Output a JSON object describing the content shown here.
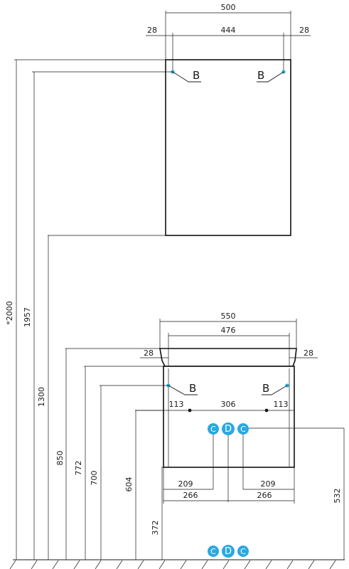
{
  "cabinet": {
    "width_overall": "500",
    "width_inner": "444",
    "side_left": "28",
    "side_right": "28",
    "fixture_label_left": "B",
    "fixture_label_right": "B"
  },
  "vanity": {
    "width_overall": "550",
    "width_inner": "476",
    "side_left": "28",
    "side_right": "28",
    "fixture_label_left": "B",
    "fixture_label_right": "B",
    "mount_left": "113",
    "mount_center": "306",
    "mount_right": "113",
    "pipe_left_1": "209",
    "pipe_left_2": "266",
    "pipe_right_1": "209",
    "pipe_right_2": "266"
  },
  "heights": {
    "h_2000": "*2000",
    "h_1957": "1957",
    "h_1300": "1300",
    "h_850": "850",
    "h_772": "772",
    "h_700": "700",
    "h_604": "604",
    "h_372": "372",
    "h_532": "532"
  },
  "connections": {
    "upper": [
      "C",
      "D",
      "C"
    ],
    "floor": [
      "C",
      "D",
      "C"
    ]
  },
  "colors": {
    "line": "#1a1a1a",
    "marker": "#29a9e1",
    "connector": "#29a9e1"
  }
}
